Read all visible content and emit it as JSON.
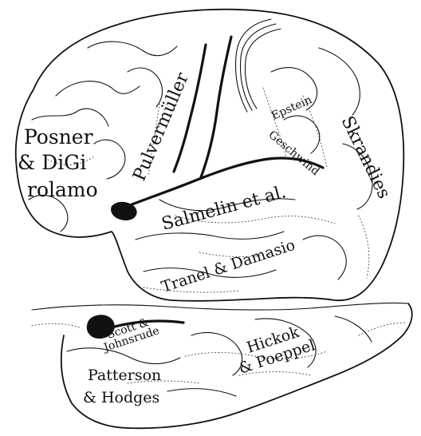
{
  "labels": {
    "posner": {
      "line1": "Posner",
      "line2": "& DiGi",
      "line3": "rolamo"
    },
    "pulvermuller": "Pulvermüller",
    "epstein": {
      "line1": "Epstein",
      "line2": "Geschwind"
    },
    "skrandies": "Skrandies",
    "salmelin": "Salmelin et al.",
    "tranel": "Tranel & Damasio",
    "scott": {
      "line1": "Scott &",
      "line2": "Johnsrude"
    },
    "hickok": {
      "line1": "Hickok",
      "line2": "& Poeppel"
    },
    "patterson": {
      "line1": "Patterson",
      "line2": "& Hodges"
    }
  }
}
